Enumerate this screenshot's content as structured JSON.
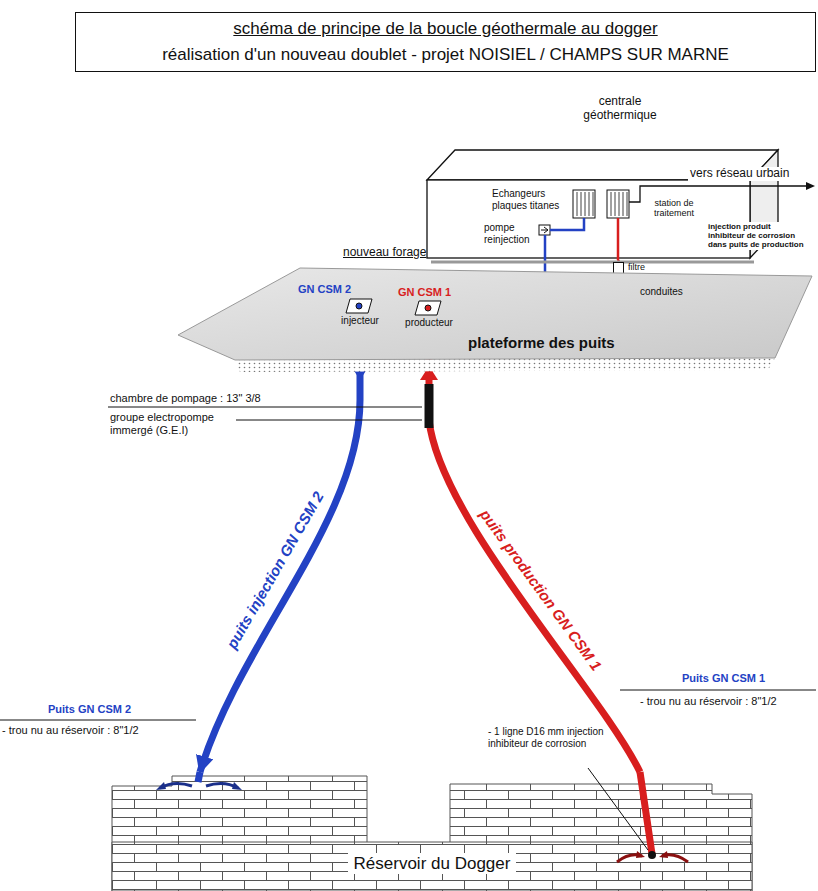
{
  "diagram": {
    "nodes": [
      {
        "text": [
          "schéma de principe de la boucle géothermale au dogger",
          "réalisation d'un nouveau doublet - projet NOISIEL / CHAMPS SUR MARNE"
        ]
      },
      {
        "text": [
          "centrale géothermique"
        ]
      },
      {
        "text": [
          "filtre"
        ]
      },
      {
        "text": [
          "plateforme des puits"
        ]
      },
      {
        "text": [
          "injecteur"
        ],
        "in": 3
      },
      {
        "text": [
          "producteur"
        ],
        "in": 3
      },
      {
        "text": [
          "Réservoir du Dogger"
        ]
      }
    ],
    "edges": [
      {
        "from": 5,
        "to": 2,
        "arrow": "to"
      },
      {
        "from": 2,
        "to": 1,
        "arrow": "none"
      },
      {
        "from": 1,
        "to": 4,
        "arrow": "to"
      },
      {
        "from": 4,
        "to": 6,
        "arrow": "to"
      },
      {
        "from": 6,
        "to": 5,
        "arrow": "to"
      }
    ],
    "labels": [
      "Echangeurs plaques titanes",
      "pompe reinjection",
      "vers réseau urbain",
      "station de traitement",
      "injection produit inhibiteur de corrosion dans puits de production",
      "conduites",
      "nouveau forage",
      "GN CSM 2",
      "GN CSM 1",
      "chambre de pompage : 13\" 3/8",
      "groupe electropompe immergé (G.E.I)",
      "puits injection GN CSM 2",
      "puits production GN CSM 1",
      "Puits GN CSM 2",
      "- trou nu au réservoir : 8\"1/2",
      "Puits GN CSM 1",
      "- trou nu au réservoir : 8\"1/2",
      "- 1 ligne D16 mm injection inhibiteur de corrosion"
    ]
  }
}
